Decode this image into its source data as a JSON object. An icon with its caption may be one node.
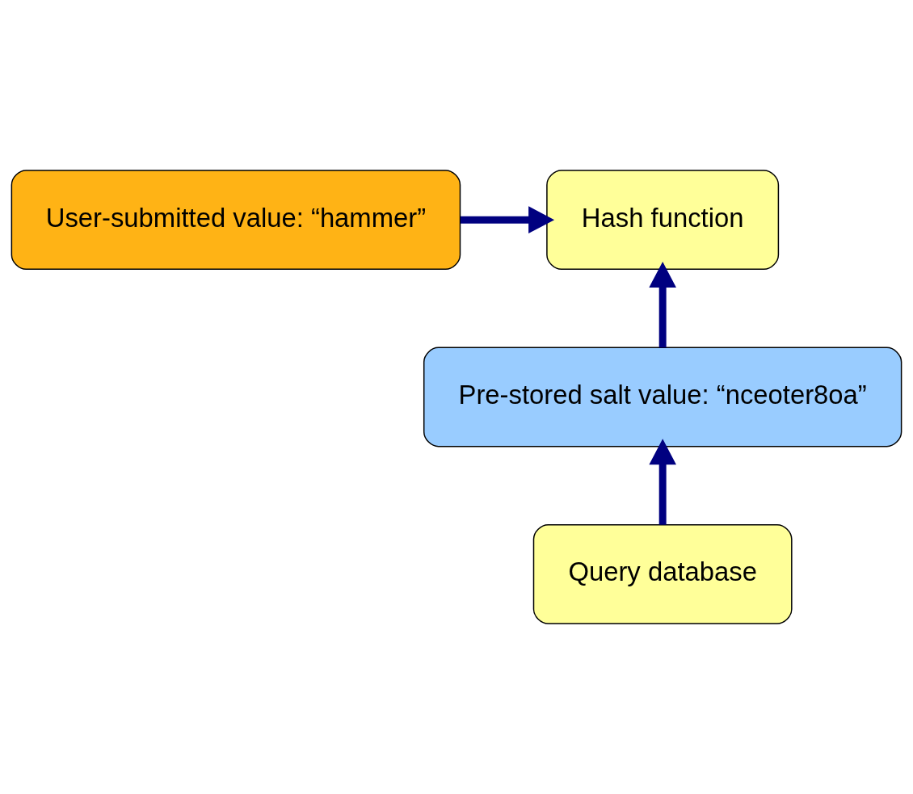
{
  "diagram": {
    "nodes": [
      {
        "text": [
          "User-submitted value: “hammer”"
        ]
      },
      {
        "text": [
          "Hash function"
        ]
      },
      {
        "text": [
          "Pre-stored salt value: “nceoter8oa”"
        ]
      },
      {
        "text": [
          "Query database"
        ]
      }
    ],
    "edges": [
      {
        "from": 0,
        "to": 1,
        "arrow": "to"
      },
      {
        "from": 2,
        "to": 1,
        "arrow": "to"
      },
      {
        "from": 3,
        "to": 2,
        "arrow": "to"
      }
    ]
  }
}
